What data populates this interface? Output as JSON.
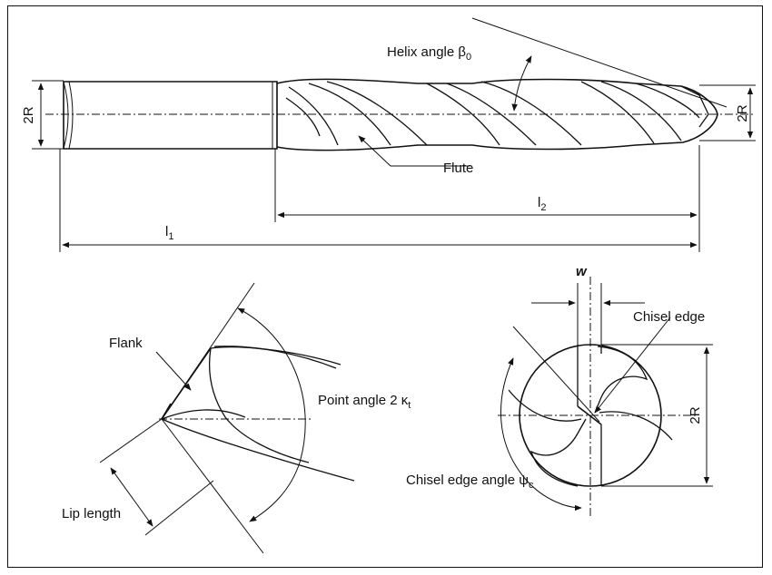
{
  "labels": {
    "helix_angle": "Helix angle β",
    "helix_angle_sub": "0",
    "shank_dim_left": "2R",
    "body_dim_right": "2R",
    "flute": "Flute",
    "l2": "l",
    "l2_sub": "2",
    "l1": "l",
    "l1_sub": "1",
    "w": "w",
    "flank": "Flank",
    "point_angle": "Point angle 2 κ",
    "point_angle_sub": "t",
    "chisel_edge": "Chisel edge",
    "end_dim": "2R",
    "lip_length": "Lip length",
    "chisel_edge_angle": "Chisel edge angle ψ",
    "chisel_edge_angle_sub": "c"
  }
}
